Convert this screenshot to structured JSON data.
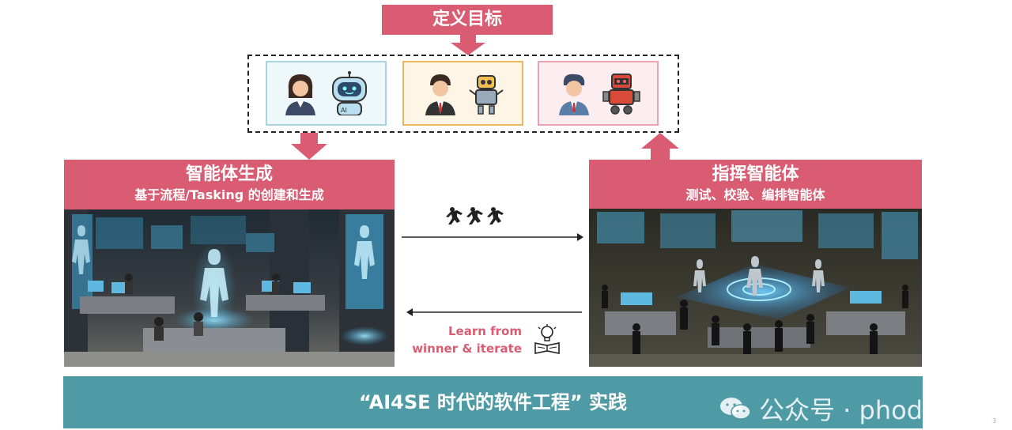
{
  "goal": {
    "label": "定义目标"
  },
  "cards": [
    {
      "border": "#a9d3de",
      "bg": "#eef7fa",
      "human": "woman",
      "robot": "ai-bot"
    },
    {
      "border": "#e6b860",
      "bg": "#fdf5e6",
      "human": "man",
      "robot": "gear-bot"
    },
    {
      "border": "#e8a3b3",
      "bg": "#fcedf1",
      "human": "man",
      "robot": "red-bot"
    }
  ],
  "left_panel": {
    "title": "智能体生成",
    "subtitle": "基于流程/Tasking 的创建和生成"
  },
  "right_panel": {
    "title": "指挥智能体",
    "subtitle": "测试、校验、编排智能体"
  },
  "loop": {
    "learn_line1": "Learn from",
    "learn_line2": "winner & iterate"
  },
  "banner": {
    "text": "“AI4SE 时代的软件工程” 实践"
  },
  "watermark": {
    "text": "公众号 · phodal"
  },
  "page_number": "3",
  "colors": {
    "accent": "#d95c72",
    "banner": "#4e9aa5"
  }
}
